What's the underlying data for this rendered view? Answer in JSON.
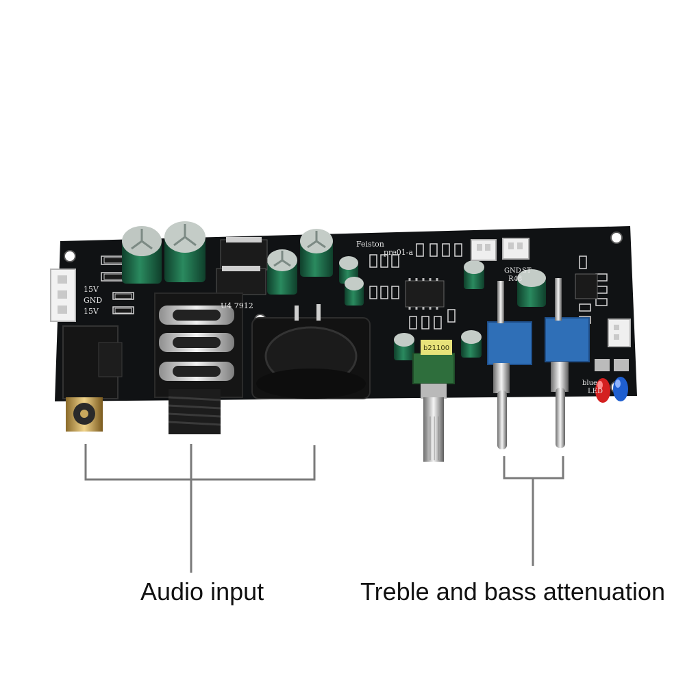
{
  "callouts": {
    "audio_input": "Audio input",
    "tone_control": "Treble and bass attenuation"
  },
  "board": {
    "brand": "Feiston",
    "model": "pre01-a",
    "regulator": "U4 7912",
    "power_labels": [
      "15V",
      "GND",
      "15V"
    ],
    "connector_labels": [
      "GND",
      "ST",
      "R48"
    ],
    "led_labels": [
      "blue",
      "LED"
    ],
    "pot_marking": "b21100"
  },
  "colors": {
    "pcb": "#101214",
    "silkscreen": "#e8e8e8",
    "capacitor": "#1d6b4a",
    "switch": "#2f6fb7",
    "pot": "#2e6e3c",
    "callout_line": "#7a7a7a"
  }
}
